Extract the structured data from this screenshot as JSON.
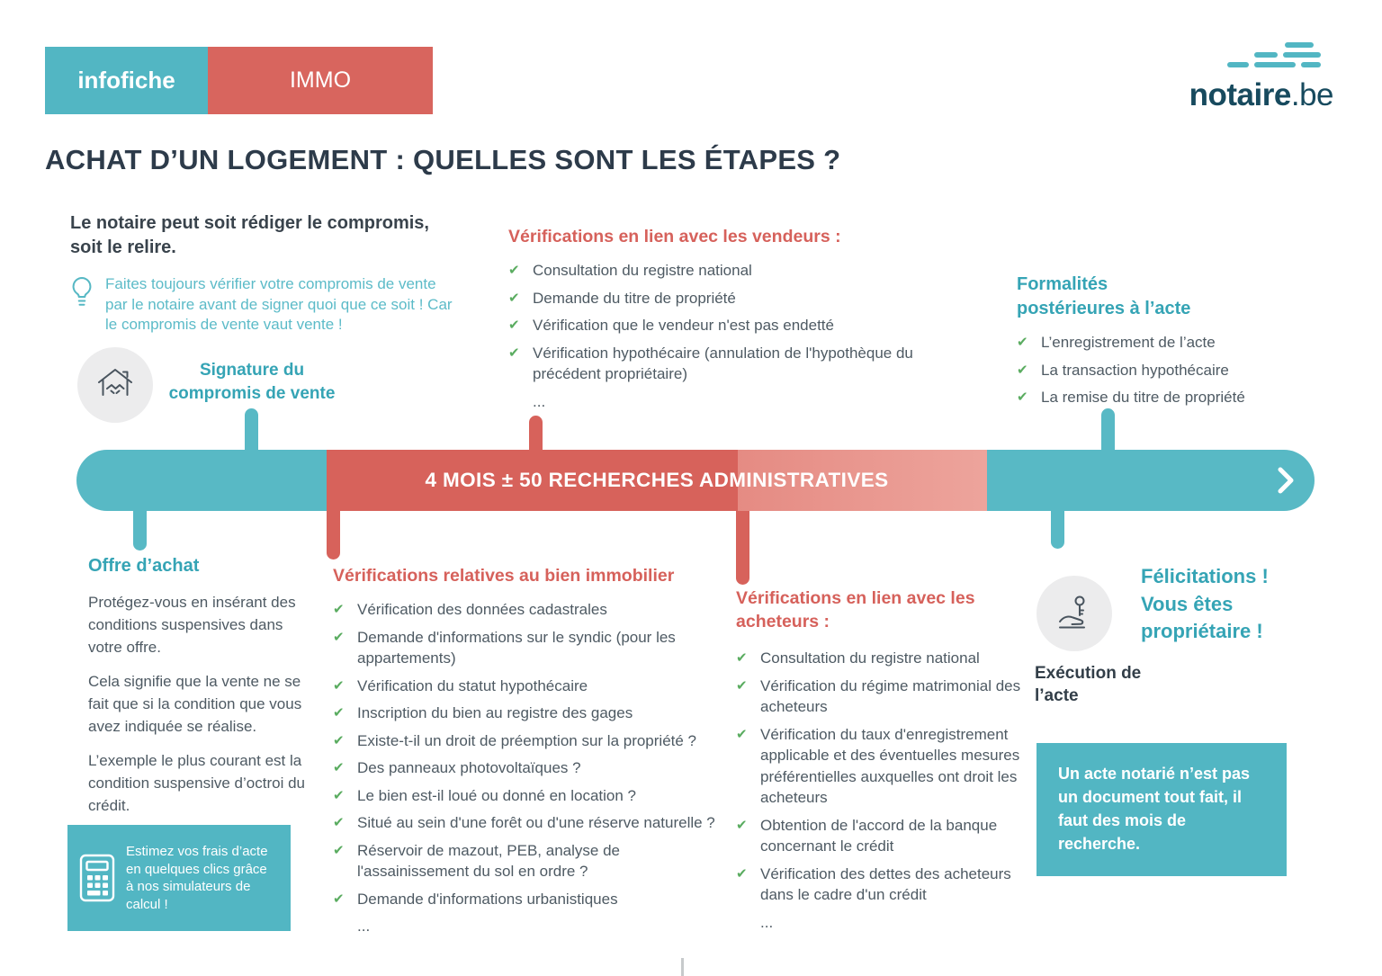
{
  "header": {
    "badge_infofiche": "infofiche",
    "badge_immo": "IMMO",
    "logo_name": "notaire",
    "logo_tld": ".be"
  },
  "title": "ACHAT D’UN LOGEMENT : QUELLES SONT LES ÉTAPES ?",
  "compromis": {
    "heading": "Le notaire peut soit rédiger le compromis, soit le relire.",
    "tip": "Faites toujours vérifier votre compromis de vente par le notaire avant de signer quoi que ce soit ! Car le compromis de vente vaut vente !"
  },
  "steps": {
    "signature": "Signature du compromis de vente",
    "execution": "Exécution de l’acte",
    "congrats": "Félicitations ! Vous êtes propriétaire !"
  },
  "timeline": {
    "label": "4 MOIS ± 50 RECHERCHES ADMINISTRATIVES"
  },
  "vendeurs": {
    "heading": "Vérifications en lien avec les vendeurs :",
    "items": [
      "Consultation du registre national",
      "Demande du titre de propriété",
      "Vérification que le vendeur n'est pas endetté",
      "Vérification hypothécaire (annulation de l'hypothèque du précédent propriétaire)"
    ],
    "ellipsis": "..."
  },
  "formalites": {
    "heading": "Formalités postérieures à l’acte",
    "items": [
      "L’enregistrement de l’acte",
      "La transaction hypothécaire",
      "La remise du titre de propriété"
    ]
  },
  "offre": {
    "heading": "Offre d’achat",
    "paragraphs": [
      "Protégez-vous en insérant des conditions suspensives dans votre offre.",
      "Cela signifie que la vente ne se fait que si la condition que vous avez indiquée se réalise.",
      "L’exemple le plus courant est la condition suspensive d’octroi du crédit."
    ]
  },
  "bien": {
    "heading": "Vérifications relatives au bien immobilier",
    "items": [
      "Vérification des données cadastrales",
      "Demande d'informations sur le syndic (pour les appartements)",
      "Vérification du statut hypothécaire",
      "Inscription du bien au registre des gages",
      "Existe-t-il un droit de préemption sur la propriété ?",
      "Des panneaux photovoltaïques ?",
      "Le bien est-il loué ou donné en location ?",
      "Situé au sein d'une forêt ou d'une réserve naturelle ?",
      "Réservoir de mazout, PEB, analyse de l'assainissement du sol en ordre ?",
      "Demande d'informations urbanistiques"
    ],
    "ellipsis": "..."
  },
  "acheteurs": {
    "heading": "Vérifications en lien avec les acheteurs :",
    "items": [
      "Consultation du registre national",
      "Vérification du régime matrimonial des acheteurs",
      "Vérification du taux d'enregistrement applicable et des éventuelles mesures préférentielles auxquelles ont droit les acheteurs",
      "Obtention de l'accord de la banque concernant le crédit",
      "Vérification des dettes des acheteurs dans le cadre d'un crédit"
    ],
    "ellipsis": "..."
  },
  "simulateur": {
    "text": "Estimez vos frais d’acte en quelques clics grâce à nos simulateurs de calcul !"
  },
  "acte_note": {
    "text": "Un acte notarié n’est pas un document tout fait, il faut des mois de recherche."
  },
  "icons": {
    "check": "✔"
  },
  "colors": {
    "teal": "#52b6c3",
    "teal_text": "#35a4b5",
    "red": "#d7625b",
    "red_light": "#e9978f",
    "green_check": "#5aac60",
    "dark_text": "#2d3b4a",
    "body_text": "#4e5a63"
  }
}
